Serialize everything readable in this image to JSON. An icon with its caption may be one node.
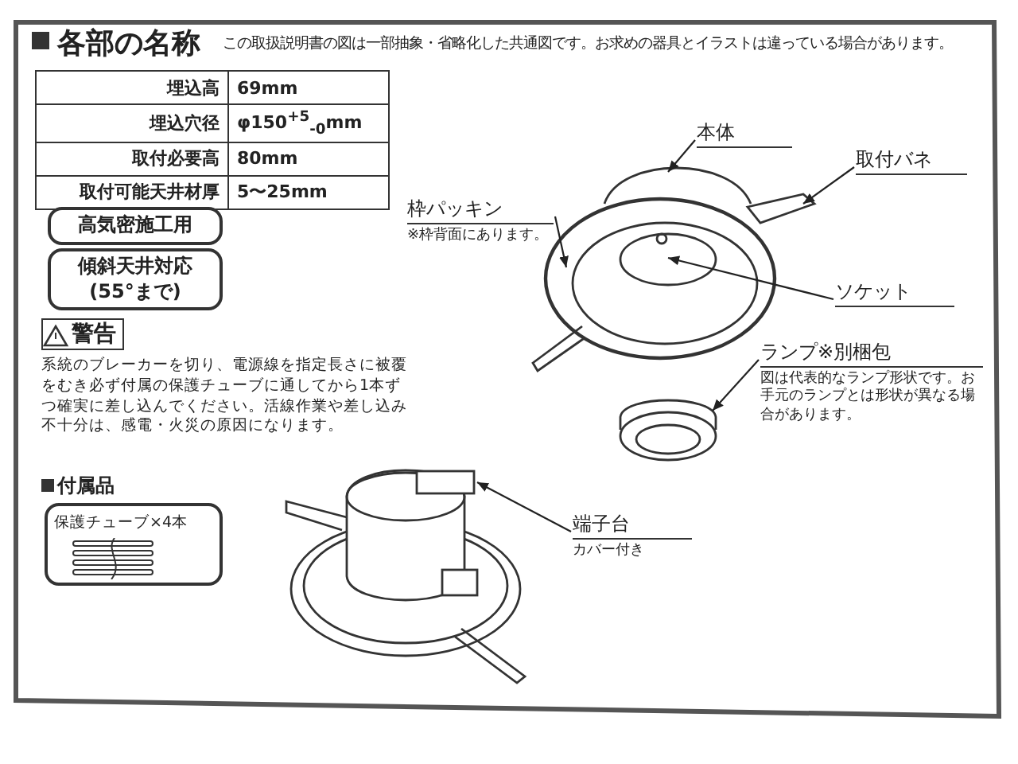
{
  "diagram": {
    "title": "各部の名称",
    "nodes": [
      {
        "text": [
          "枠パッキン",
          "※枠背面にあります。"
        ]
      },
      {
        "text": [
          "本体"
        ]
      },
      {
        "text": [
          "取付バネ"
        ]
      },
      {
        "text": [
          "ソケット"
        ]
      },
      {
        "text": [
          "ランプ※別梱包",
          "図は代表的なランプ形状です。お手元のランプとは形状が異なる場合があります。"
        ]
      },
      {
        "text": [
          "端子台",
          "カバー付き"
        ]
      },
      {
        "text": [
          "高気密施工用"
        ]
      },
      {
        "text": [
          "傾斜天井対応(55°まで)"
        ]
      },
      {
        "text": [
          "保護チューブ×4本"
        ]
      }
    ],
    "edges": [
      {
        "from": 0,
        "to": null,
        "arrow": "to"
      },
      {
        "from": 1,
        "to": null,
        "arrow": "to"
      },
      {
        "from": 2,
        "to": null,
        "arrow": "to"
      },
      {
        "from": 3,
        "to": null,
        "arrow": "to"
      },
      {
        "from": 4,
        "to": null,
        "arrow": "to"
      },
      {
        "from": 5,
        "to": null,
        "arrow": "to"
      }
    ],
    "labels": [
      "この取扱説明書の図は一部抽象・省略化した共通図です。お求めの器具とイラストは違っている場合があります。",
      "埋込高",
      "69mm",
      "埋込穴径",
      "φ150$^{+5}$$_{-0}$mm",
      "取付必要高",
      "80mm",
      "取付可能天井材厚",
      "5〜25mm",
      "警告",
      "系統のブレーカーを切り、電源線を指定長さに被覆をむき必ず付属の保護チューブに通してから1本ずつ確実に差し込んでください。活線作業や差し込み不十分は、感電・火災の原因になります。",
      "付属品"
    ]
  }
}
